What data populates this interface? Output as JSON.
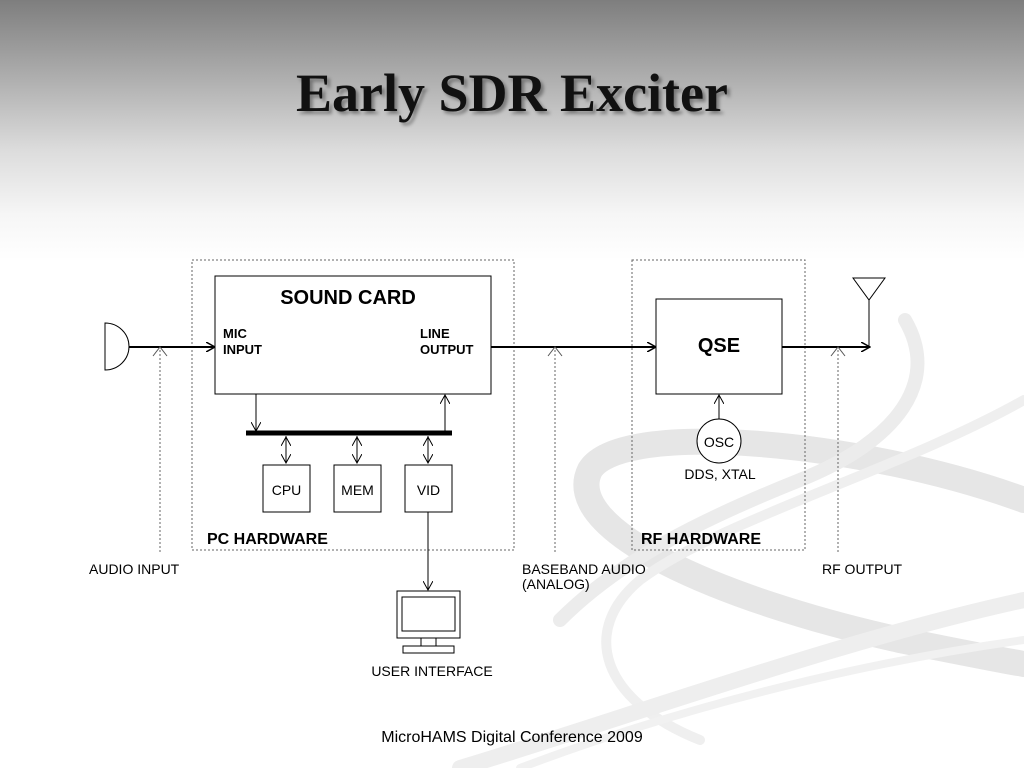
{
  "slide": {
    "title": "Early SDR Exciter",
    "footer": "MicroHAMS Digital Conference 2009"
  },
  "diagram": {
    "sound_card": {
      "title": "SOUND CARD",
      "mic_line1": "MIC",
      "mic_line2": "INPUT",
      "out_line1": "LINE",
      "out_line2": "OUTPUT"
    },
    "pc_hardware": "PC HARDWARE",
    "rf_hardware": "RF HARDWARE",
    "cpu": "CPU",
    "mem": "MEM",
    "vid": "VID",
    "qse": "QSE",
    "osc": "OSC",
    "osc_caption": "DDS, XTAL",
    "audio_input": "AUDIO INPUT",
    "baseband_line1": "BASEBAND AUDIO",
    "baseband_line2": "(ANALOG)",
    "rf_output": "RF OUTPUT",
    "user_interface": "USER INTERFACE"
  }
}
